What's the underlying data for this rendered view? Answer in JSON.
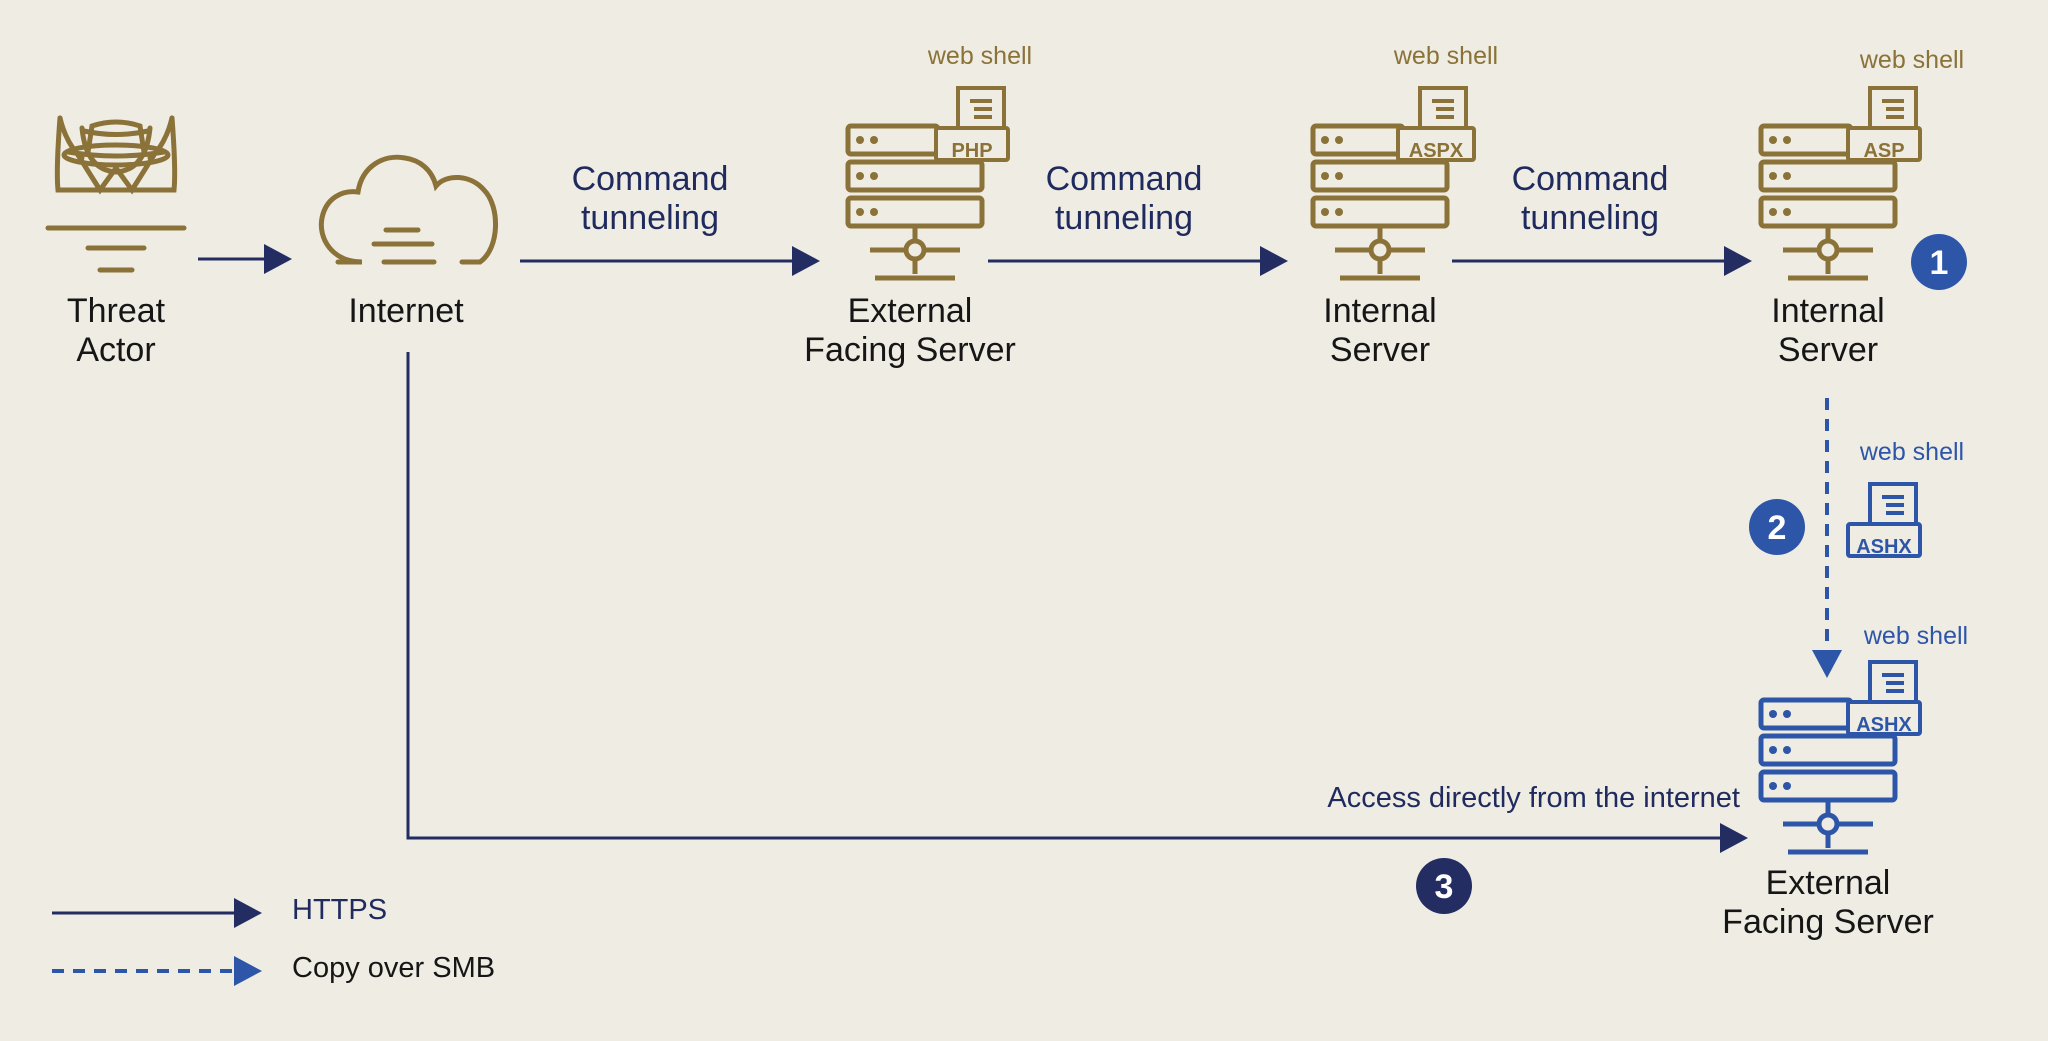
{
  "colors": {
    "background": "#efece3",
    "navy": "#232d62",
    "gold": "#8a7238",
    "blue": "#2d56a8",
    "text": "#161616"
  },
  "nodes": {
    "threat_actor": {
      "line1": "Threat",
      "line2": "Actor",
      "icon": "hacker-icon"
    },
    "internet": {
      "line1": "Internet",
      "icon": "cloud-icon"
    },
    "external_server_1": {
      "line1": "External",
      "line2": "Facing Server",
      "icon": "server-icon",
      "web_shell": "web shell",
      "shell_type": "PHP"
    },
    "internal_server_1": {
      "line1": "Internal",
      "line2": "Server",
      "icon": "server-icon",
      "web_shell": "web shell",
      "shell_type": "ASPX"
    },
    "internal_server_2": {
      "line1": "Internal",
      "line2": "Server",
      "icon": "server-icon",
      "web_shell": "web shell",
      "shell_type": "ASP"
    },
    "external_server_2": {
      "line1": "External",
      "line2": "Facing Server",
      "icon": "server-icon",
      "web_shell": "web shell",
      "shell_type": "ASHX"
    }
  },
  "edges": {
    "tunnel_1": {
      "line1": "Command",
      "line2": "tunneling"
    },
    "tunnel_2": {
      "line1": "Command",
      "line2": "tunneling"
    },
    "tunnel_3": {
      "line1": "Command",
      "line2": "tunneling"
    },
    "smb_copy": {
      "web_shell": "web shell",
      "shell_type": "ASHX"
    },
    "direct_access": {
      "label": "Access directly from the internet"
    }
  },
  "steps": [
    "1",
    "2",
    "3"
  ],
  "legend": {
    "https": "HTTPS",
    "smb": "Copy over SMB"
  }
}
